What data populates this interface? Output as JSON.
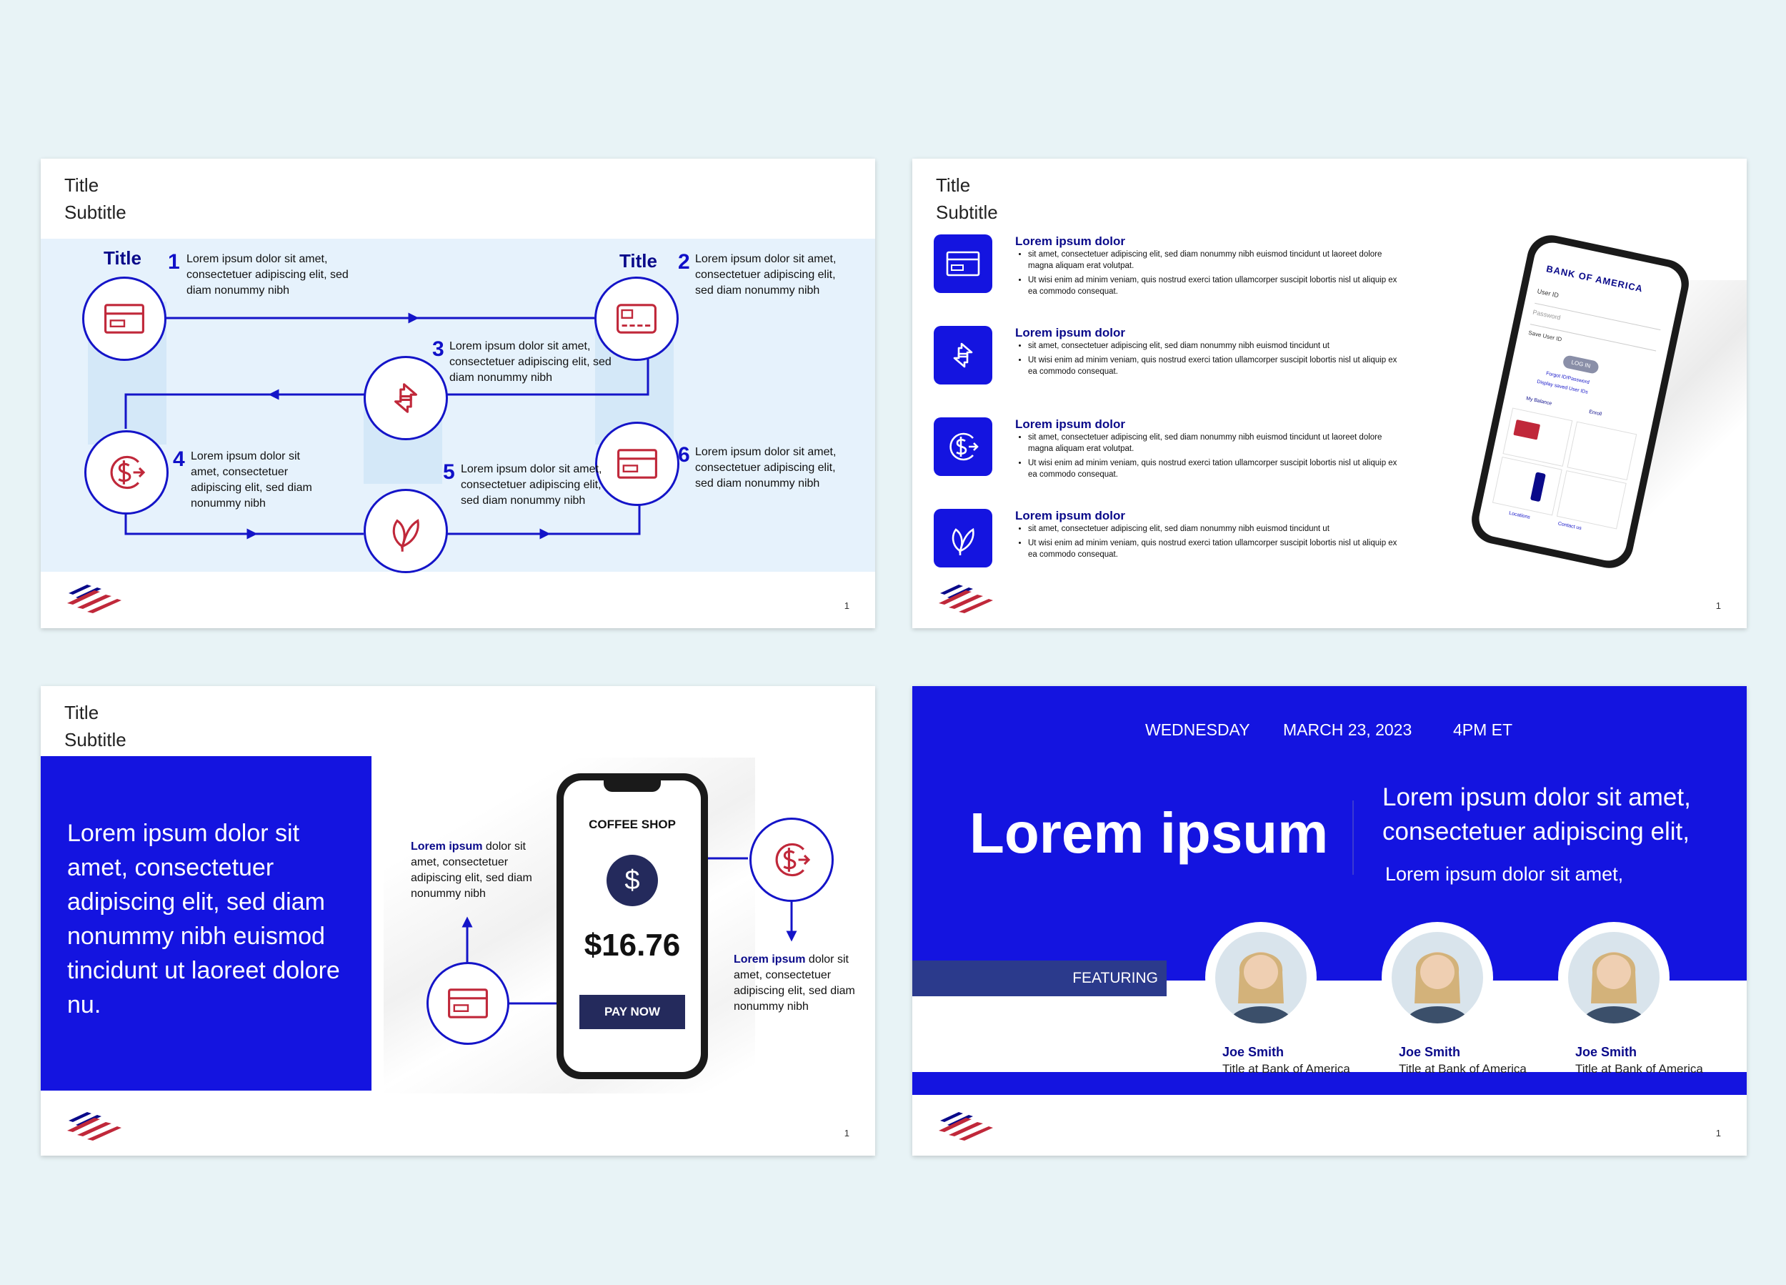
{
  "colors": {
    "brand_blue": "#1414e0",
    "navy": "#0a0a8a",
    "red": "#c0283a",
    "light_blue": "#e6f2fc"
  },
  "slide1": {
    "title": "Title",
    "subtitle": "Subtitle",
    "page": "1",
    "col_title_left": "Title",
    "col_title_right": "Title",
    "steps": [
      {
        "n": "1",
        "text": "Lorem ipsum dolor sit amet, consectetuer adipiscing elit, sed diam nonummy nibh"
      },
      {
        "n": "2",
        "text": "Lorem ipsum dolor sit amet, consectetuer adipiscing elit, sed diam nonummy nibh"
      },
      {
        "n": "3",
        "text": "Lorem ipsum dolor sit amet, consectetuer adipiscing elit, sed diam nonummy nibh"
      },
      {
        "n": "4",
        "text": "Lorem ipsum dolor sit amet, consectetuer adipiscing elit, sed diam nonummy nibh"
      },
      {
        "n": "5",
        "text": "Lorem ipsum dolor sit amet, consectetuer adipiscing elit, sed diam nonummy nibh"
      },
      {
        "n": "6",
        "text": "Lorem ipsum dolor sit amet, consectetuer adipiscing elit, sed diam nonummy nibh"
      }
    ],
    "icons": [
      "card-icon",
      "chip-card-icon",
      "transfer-icon",
      "dollar-refresh-icon",
      "card-icon",
      "leaf-icon"
    ]
  },
  "slide2": {
    "title": "Title",
    "subtitle": "Subtitle",
    "page": "1",
    "items": [
      {
        "heading": "Lorem ipsum dolor",
        "icon": "card-icon",
        "b1": "sit amet, consectetuer adipiscing elit, sed diam nonummy nibh euismod tincidunt ut laoreet dolore magna aliquam erat volutpat.",
        "b2": "Ut wisi enim ad minim veniam, quis nostrud exerci tation ullamcorper suscipit lobortis nisl ut aliquip ex ea commodo consequat."
      },
      {
        "heading": "Lorem ipsum dolor",
        "icon": "transfer-icon",
        "b1": "sit amet, consectetuer adipiscing elit, sed diam nonummy nibh euismod tincidunt ut",
        "b2": "Ut wisi enim ad minim veniam, quis nostrud exerci tation ullamcorper suscipit lobortis nisl ut aliquip ex ea commodo consequat."
      },
      {
        "heading": "Lorem ipsum dolor",
        "icon": "dollar-refresh-icon",
        "b1": "sit amet, consectetuer adipiscing elit, sed diam nonummy nibh euismod tincidunt ut laoreet dolore magna aliquam erat volutpat.",
        "b2": "Ut wisi enim ad minim veniam, quis nostrud exerci tation ullamcorper suscipit lobortis nisl ut aliquip ex ea commodo consequat."
      },
      {
        "heading": "Lorem ipsum dolor",
        "icon": "leaf-icon",
        "b1": "sit amet, consectetuer adipiscing elit, sed diam nonummy nibh euismod tincidunt ut",
        "b2": "Ut wisi enim ad minim veniam, quis nostrud exerci tation ullamcorper suscipit lobortis nisl ut aliquip ex ea commodo consequat."
      }
    ],
    "phone": {
      "brand": "BANK OF AMERICA",
      "user_id": "User ID",
      "password": "Password",
      "save": "Save User ID",
      "login": "LOG IN",
      "forgot": "Forgot ID/Password",
      "display": "Display saved User IDs",
      "balance": "My Balance",
      "enroll": "Enroll",
      "locations": "Locations",
      "contact": "Contact us"
    }
  },
  "slide3": {
    "title": "Title",
    "subtitle": "Subtitle",
    "page": "1",
    "panel_text": "Lorem ipsum dolor sit amet, consectetuer adipiscing elit, sed diam nonummy nibh euismod tincidunt ut laoreet dolore nu.",
    "left_bold": "Lorem ipsum",
    "left_text": " dolor sit amet, consectetuer adipiscing elit, sed diam nonummy nibh",
    "right_bold": "Lorem ipsum",
    "right_text": " dolor sit amet, consectetuer adipiscing elit, sed diam nonummy nibh",
    "phone": {
      "shop": "COFFEE SHOP",
      "amount": "$16.76",
      "pay": "PAY NOW"
    }
  },
  "slide4": {
    "page": "1",
    "day": "WEDNESDAY",
    "date": "MARCH 23, 2023",
    "time": "4PM ET",
    "headline": "Lorem ipsum",
    "right_large": "Lorem ipsum dolor sit amet, consectetuer adipiscing elit,",
    "right_small": "Lorem ipsum dolor sit amet,",
    "featuring": "FEATURING",
    "speakers": [
      {
        "name": "Joe Smith",
        "title": "Title at Bank of America"
      },
      {
        "name": "Joe Smith",
        "title": "Title at Bank of America"
      },
      {
        "name": "Joe Smith",
        "title": "Title at Bank of America"
      }
    ]
  }
}
